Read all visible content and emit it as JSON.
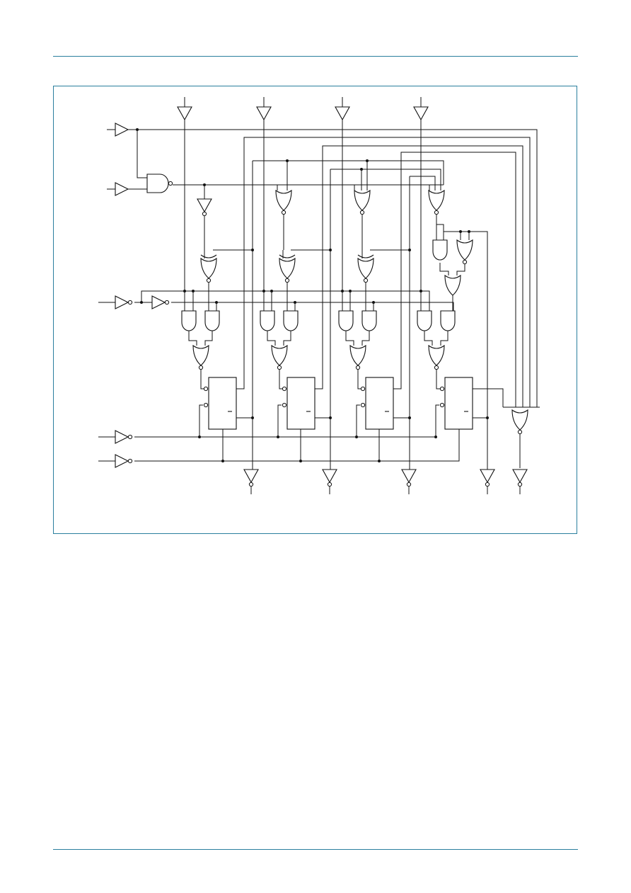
{
  "colors": {
    "accent": "#2a7f9e",
    "line": "#111111",
    "background": "#ffffff"
  },
  "diagram": {
    "type": "logic-diagram",
    "stages": 4,
    "components": {
      "input_buffers": 5,
      "data_input_buffers": 4,
      "output_buffers": 5,
      "flip_flops": 4,
      "xor_gates": 3,
      "carry_or_gates": 4,
      "steering_and_gates": 8,
      "input_or_gates": 4,
      "nand_gates": 2,
      "terminal_nor_gate": 1
    }
  }
}
